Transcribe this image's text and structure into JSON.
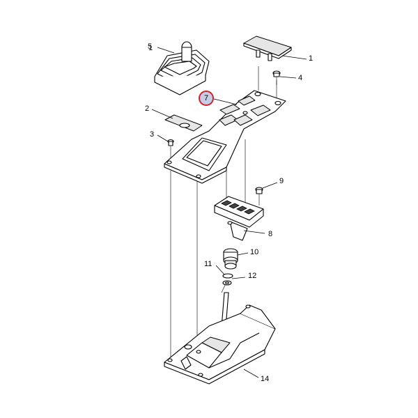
{
  "diagram": {
    "callouts": [
      {
        "id": "1",
        "label": "1"
      },
      {
        "id": "2",
        "label": "2"
      },
      {
        "id": "3",
        "label": "3"
      },
      {
        "id": "4",
        "label": "4"
      },
      {
        "id": "5",
        "label": "5"
      },
      {
        "id": "7",
        "label": "7",
        "highlighted": true
      },
      {
        "id": "8",
        "label": "8"
      },
      {
        "id": "9",
        "label": "9"
      },
      {
        "id": "10",
        "label": "10"
      },
      {
        "id": "11",
        "label": "11"
      },
      {
        "id": "12",
        "label": "12"
      },
      {
        "id": "14",
        "label": "14"
      }
    ],
    "highlight_color": "#d2232a",
    "highlight_fill": "#c8cde6"
  }
}
